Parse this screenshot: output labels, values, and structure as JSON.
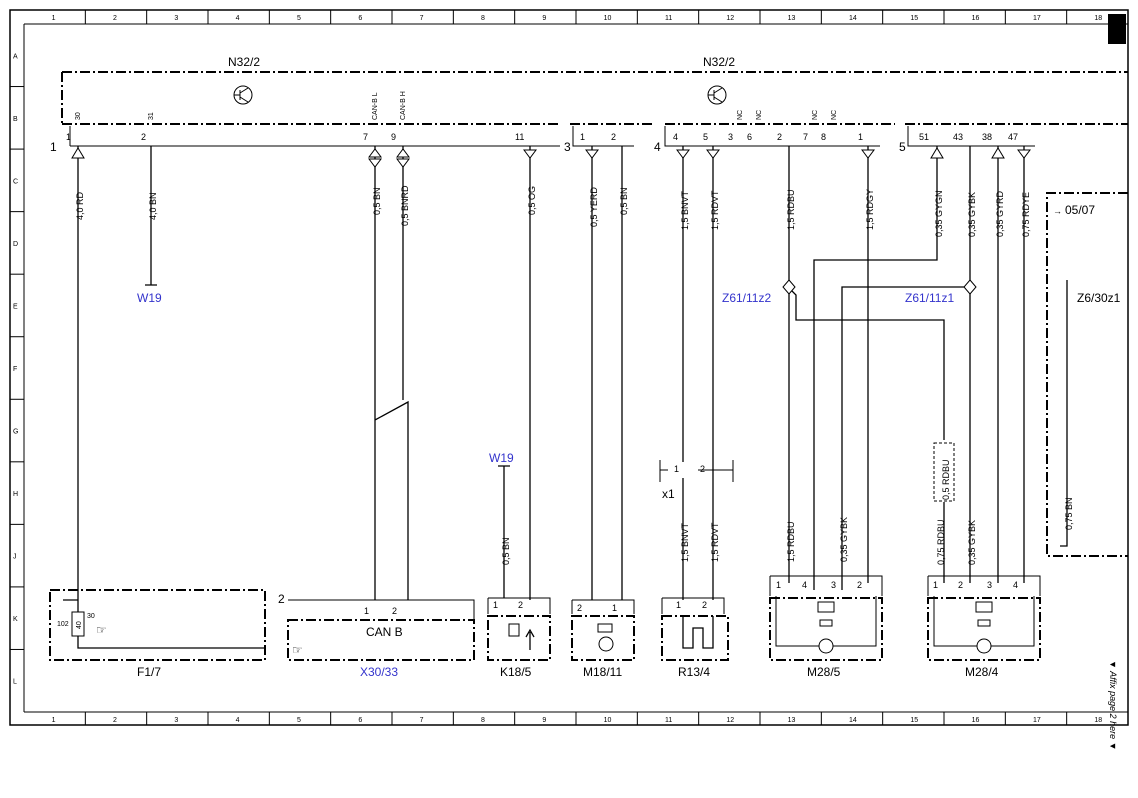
{
  "grid": {
    "columns": [
      "1",
      "2",
      "3",
      "4",
      "5",
      "6",
      "7",
      "8",
      "9",
      "10",
      "11",
      "12",
      "13",
      "14",
      "15",
      "16",
      "17",
      "18"
    ],
    "rows": [
      "A",
      "B",
      "C",
      "D",
      "E",
      "F",
      "G",
      "H",
      "J",
      "K",
      "L"
    ]
  },
  "module": {
    "name_left": "N32/2",
    "name_right": "N32/2"
  },
  "connector_groups": [
    "1",
    "3",
    "4",
    "5"
  ],
  "pins": {
    "p30": "30",
    "p31": "31",
    "canbl": "CAN-B L",
    "canbh": "CAN-B H",
    "n1": "1",
    "n2": "2",
    "n7": "7",
    "n9": "9",
    "n11": "11",
    "g3_1": "1",
    "g3_2": "2",
    "g4_4": "4",
    "g4_5": "5",
    "g4_3": "3",
    "g4_6": "6",
    "g4_2": "2",
    "g4_7": "7",
    "g4_8": "8",
    "g4_1": "1",
    "g5_51": "51",
    "g5_43": "43",
    "g5_38": "38",
    "g5_47": "47",
    "nc": "NC"
  },
  "wires": {
    "w1": "4,0 RD",
    "w2": "4,0 BN",
    "w3": "0,5 BN",
    "w4": "0,5 BNRD",
    "w5": "0,5 OG",
    "w6": "0,5 YERD",
    "w7": "0,5 BN",
    "w8": "1,5 BNVT",
    "w9": "1,5 RDVT",
    "w10": "1,5 RDBU",
    "w11": "1,5 RDGY",
    "w12": "0,35 GYGN",
    "w13": "0,35 GYBK",
    "w14": "0,35 GYRD",
    "w15": "0,75 RDYE",
    "w16": "0,5 BN",
    "w17": "1,5 BNVT",
    "w18": "1,5 RDVT",
    "w19": "1,5 RDBU",
    "w20": "0,35 GYBK",
    "w21": "0,5 RDBU",
    "w22": "0,75 RDBU",
    "w23": "0,35 GYBK",
    "w24": "0,75 BN"
  },
  "refs": {
    "w19a": "W19",
    "w19b": "W19",
    "z2": "Z61/11z2",
    "z1": "Z61/11z1",
    "x30": "X30/33",
    "page": "05/07",
    "z6": "Z6/30z1"
  },
  "components": {
    "f17": "F1/7",
    "canb": "CAN B",
    "k185": "K18/5",
    "m1811": "M18/11",
    "r134": "R13/4",
    "m285": "M28/5",
    "m284": "M28/4",
    "x1": "x1",
    "fuse_a": "102",
    "fuse_b": "40",
    "fuse_c": "30",
    "conn2": "2"
  },
  "comp_pins": {
    "c1": "1",
    "c2": "2",
    "c3": "3",
    "c4": "4"
  },
  "side_note": "Affix page 2 here"
}
